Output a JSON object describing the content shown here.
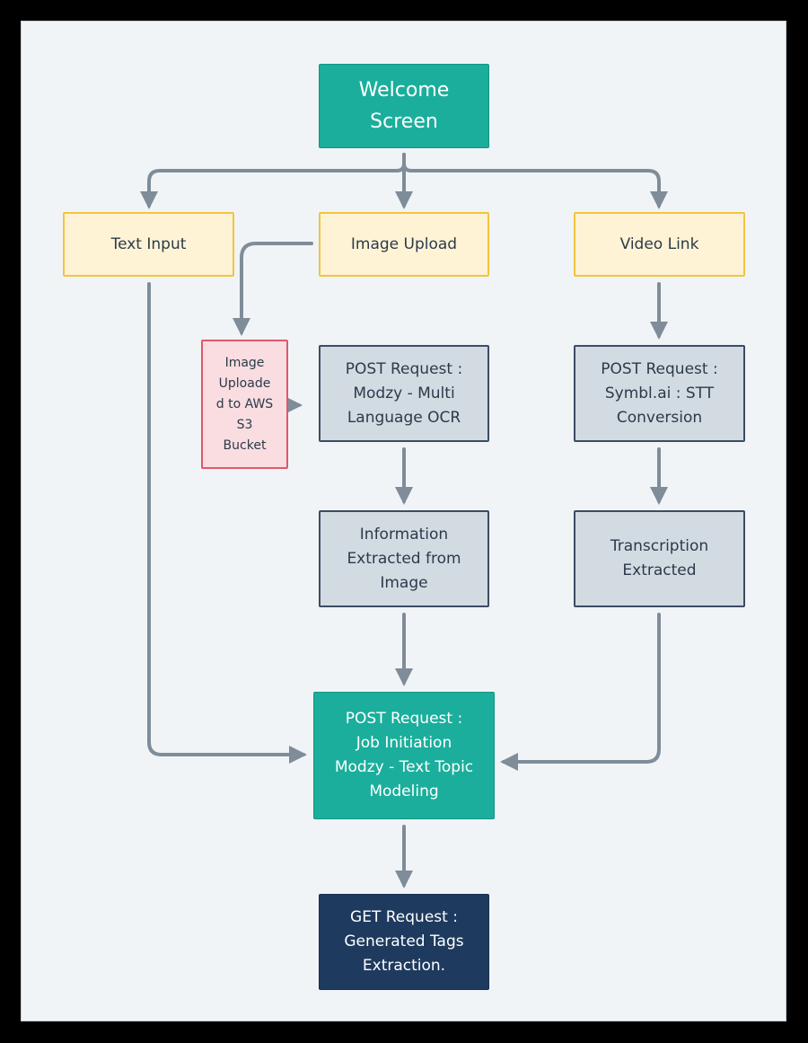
{
  "nodes": {
    "welcome": "Welcome\nScreen",
    "text_input": "Text Input",
    "image_upload": "Image Upload",
    "video_link": "Video Link",
    "image_s3": "Image\nUploade\nd to AWS\nS3\nBucket",
    "post_ocr": "POST Request :\nModzy - Multi\nLanguage OCR",
    "post_stt": "POST Request :\nSymbl.ai : STT\nConversion",
    "info_extracted": "Information\nExtracted from\nImage",
    "transcription": "Transcription\nExtracted",
    "post_job": "POST Request :\nJob Initiation\nModzy - Text Topic\nModeling",
    "get_tags": "GET Request :\nGenerated Tags\nExtraction."
  },
  "colors": {
    "teal": "#1bae9c",
    "yellow_fill": "#fff3d6",
    "yellow_border": "#f1c53f",
    "grey_fill": "#d3dbe2",
    "grey_border": "#3b4c63",
    "pink_fill": "#f9dde0",
    "pink_border": "#e0586a",
    "navy": "#1e3a5f",
    "connector": "#7f8c99"
  }
}
